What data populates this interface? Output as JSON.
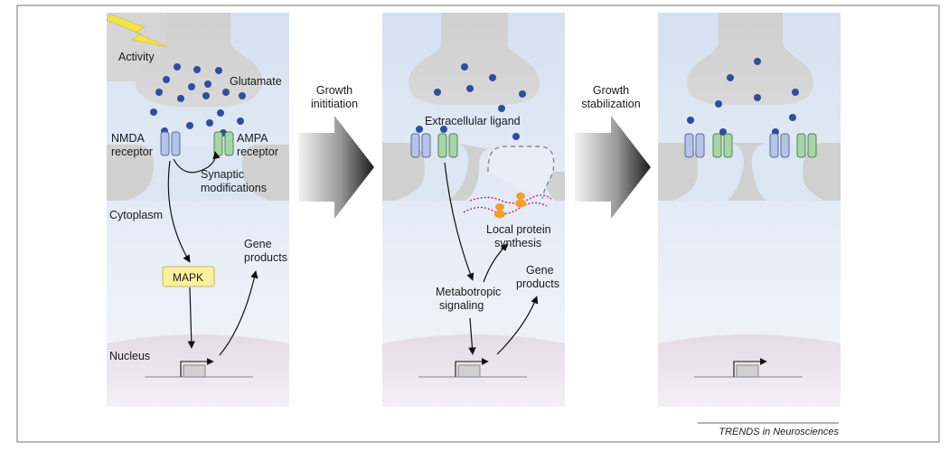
{
  "footer": "TRENDS in Neurosciences",
  "panel1": {
    "activity": "Activity",
    "glutamate": "Glutamate",
    "nmda_line1": "NMDA",
    "nmda_line2": "receptor",
    "ampa_line1": "AMPA",
    "ampa_line2": "receptor",
    "synaptic_line1": "Synaptic",
    "synaptic_line2": "modifications",
    "cytoplasm": "Cytoplasm",
    "mapk": "MAPK",
    "gene_line1": "Gene",
    "gene_line2": "products",
    "nucleus": "Nucleus"
  },
  "arrow1": {
    "line1": "Growth",
    "line2": "inititiation"
  },
  "panel2": {
    "extracellular": "Extracellular ligand",
    "local_line1": "Local protein",
    "local_line2": "synthesis",
    "gene_line1": "Gene",
    "gene_line2": "products",
    "metab_line1": "Metabotropic",
    "metab_line2": "signaling"
  },
  "arrow2": {
    "line1": "Growth",
    "line2": "stabilization"
  },
  "colors": {
    "presynaptic": "#d2d2d2",
    "postsynaptic": "#dce6f3",
    "nucleus": "#e8e0ea",
    "glutamate_dot": "#2f4f9e",
    "nmda_receptor": "#b5c4e6",
    "ampa_receptor": "#a9d3a8",
    "mapk_box": "#fbf0a0",
    "mrna": "#d0206a",
    "ribosome": "#f0a030"
  }
}
